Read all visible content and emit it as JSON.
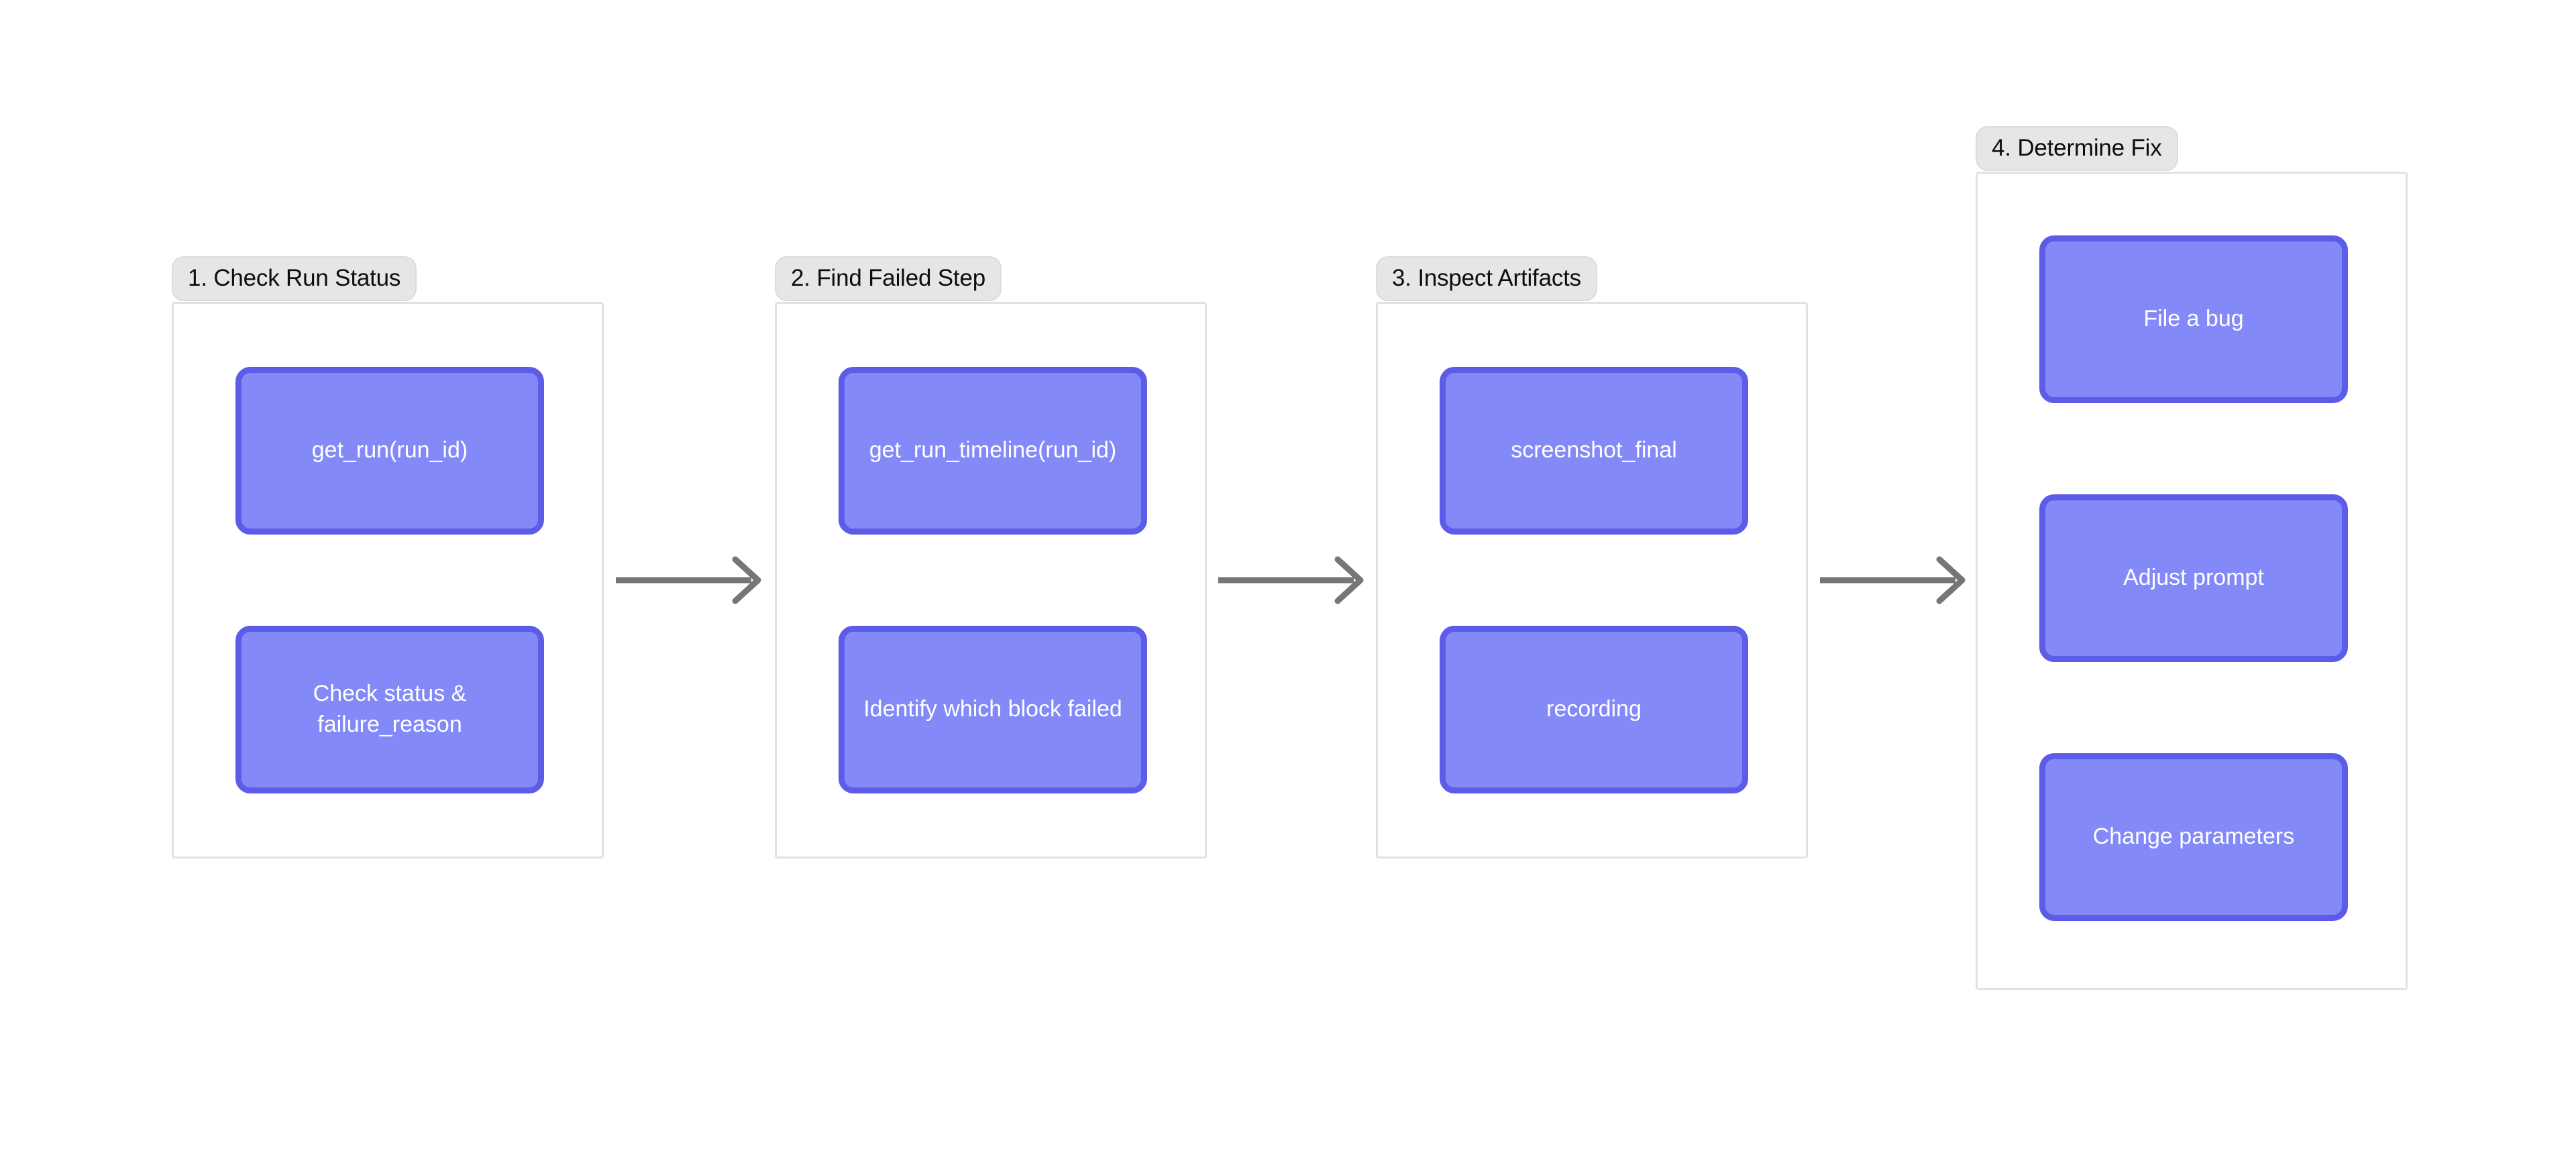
{
  "diagram": {
    "type": "flowchart",
    "orientation": "left-to-right",
    "background": "#ffffff",
    "node_fill": "#8389f7",
    "node_border": "#5c5ce9",
    "node_text_color": "#ffffff",
    "group_border": "#e2e2e2",
    "group_label_background": "#e6e6e6",
    "group_label_text_color": "#0d0d0d",
    "arrow_color": "#767676",
    "groups": [
      {
        "id": "group-1",
        "label": "1. Check Run Status",
        "nodes": [
          {
            "id": "node-get-run",
            "label": "get_run(run_id)"
          },
          {
            "id": "node-check-status",
            "label": "Check status & failure_reason"
          }
        ]
      },
      {
        "id": "group-2",
        "label": "2. Find Failed Step",
        "nodes": [
          {
            "id": "node-get-run-timeline",
            "label": "get_run_timeline(run_id)"
          },
          {
            "id": "node-identify-block",
            "label": "Identify which block failed"
          }
        ]
      },
      {
        "id": "group-3",
        "label": "3. Inspect Artifacts",
        "nodes": [
          {
            "id": "node-screenshot-final",
            "label": "screenshot_final"
          },
          {
            "id": "node-recording",
            "label": "recording"
          }
        ]
      },
      {
        "id": "group-4",
        "label": "4. Determine Fix",
        "nodes": [
          {
            "id": "node-file-a-bug",
            "label": "File a bug"
          },
          {
            "id": "node-adjust-prompt",
            "label": "Adjust prompt"
          },
          {
            "id": "node-change-parameters",
            "label": "Change parameters"
          }
        ]
      }
    ],
    "connectors": [
      {
        "id": "arrow-1-2",
        "from": "group-1",
        "to": "group-2",
        "style": "solid-arrow"
      },
      {
        "id": "arrow-2-3",
        "from": "group-2",
        "to": "group-3",
        "style": "solid-arrow"
      },
      {
        "id": "arrow-3-4",
        "from": "group-3",
        "to": "group-4",
        "style": "solid-arrow"
      }
    ]
  }
}
